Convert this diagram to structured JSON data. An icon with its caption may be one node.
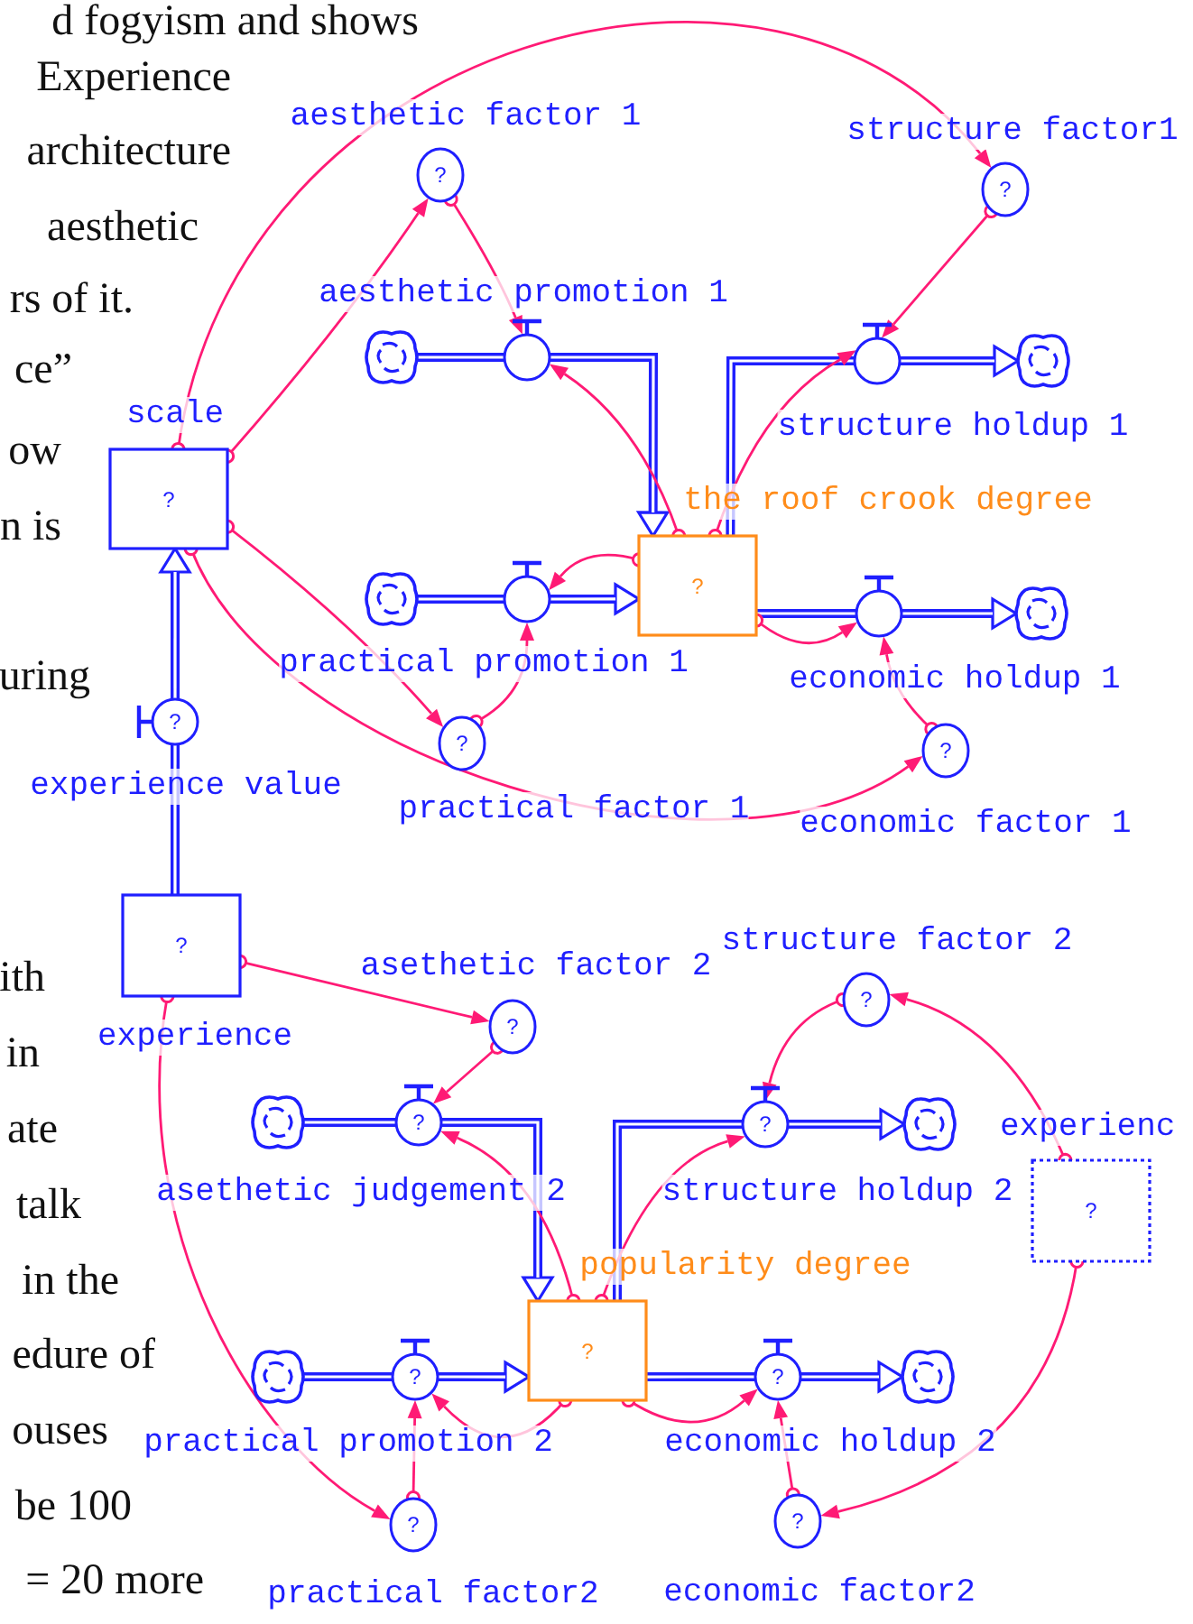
{
  "diagram": {
    "nodes": [
      {
        "text": [
          "scale",
          "?"
        ]
      },
      {
        "text": [
          "aesthetic factor 1",
          "?"
        ]
      },
      {
        "text": [
          "structure factor1",
          "?"
        ]
      },
      {
        "text": [
          "aesthetic promotion 1"
        ]
      },
      {
        "text": [],
        "shape": "cloud"
      },
      {
        "text": [
          "structure holdup 1"
        ]
      },
      {
        "text": [],
        "shape": "cloud"
      },
      {
        "text": [
          "the roof crook degree",
          "?"
        ]
      },
      {
        "text": [
          "practical promotion 1"
        ]
      },
      {
        "text": [],
        "shape": "cloud"
      },
      {
        "text": [
          "economic holdup 1"
        ]
      },
      {
        "text": [],
        "shape": "cloud"
      },
      {
        "text": [
          "?",
          "practical factor 1"
        ]
      },
      {
        "text": [
          "?",
          "economic factor 1"
        ]
      },
      {
        "text": [
          "?",
          "experience value"
        ]
      },
      {
        "text": [
          "?",
          "experience"
        ]
      },
      {
        "text": [
          "asethetic factor 2",
          "?"
        ]
      },
      {
        "text": [
          "structure factor 2",
          "?"
        ]
      },
      {
        "text": [],
        "shape": "cloud"
      },
      {
        "text": [
          "?",
          "asethetic judgement 2"
        ]
      },
      {
        "text": [
          "?",
          "structure holdup 2"
        ]
      },
      {
        "text": [],
        "shape": "cloud"
      },
      {
        "text": [
          "experienc",
          "?"
        ]
      },
      {
        "text": [
          "popularity degree",
          "?"
        ]
      },
      {
        "text": [],
        "shape": "cloud"
      },
      {
        "text": [
          "?",
          "practical promotion 2"
        ]
      },
      {
        "text": [
          "?",
          "economic holdup 2"
        ]
      },
      {
        "text": [],
        "shape": "cloud"
      },
      {
        "text": [
          "?",
          "practical factor2"
        ]
      },
      {
        "text": [
          "?",
          "economic factor2"
        ]
      }
    ],
    "edges": [
      {
        "from": 4,
        "to": 3,
        "arrow": "none",
        "style": "thick",
        "color": "#1f1fff"
      },
      {
        "from": 3,
        "to": 7,
        "arrow": "to",
        "style": "thick",
        "color": "#1f1fff"
      },
      {
        "from": 7,
        "to": 5,
        "arrow": "none",
        "style": "thick",
        "color": "#1f1fff"
      },
      {
        "from": 5,
        "to": 6,
        "arrow": "to",
        "style": "thick",
        "color": "#1f1fff"
      },
      {
        "from": 9,
        "to": 8,
        "arrow": "none",
        "style": "thick",
        "color": "#1f1fff"
      },
      {
        "from": 8,
        "to": 7,
        "arrow": "to",
        "style": "thick",
        "color": "#1f1fff"
      },
      {
        "from": 7,
        "to": 10,
        "arrow": "none",
        "style": "thick",
        "color": "#1f1fff"
      },
      {
        "from": 10,
        "to": 11,
        "arrow": "to",
        "style": "thick",
        "color": "#1f1fff"
      },
      {
        "from": 15,
        "to": 14,
        "arrow": "none",
        "style": "thick",
        "color": "#1f1fff"
      },
      {
        "from": 14,
        "to": 0,
        "arrow": "to",
        "style": "thick",
        "color": "#1f1fff"
      },
      {
        "from": 18,
        "to": 19,
        "arrow": "none",
        "style": "thick",
        "color": "#1f1fff"
      },
      {
        "from": 19,
        "to": 23,
        "arrow": "to",
        "style": "thick",
        "color": "#1f1fff"
      },
      {
        "from": 23,
        "to": 20,
        "arrow": "none",
        "style": "thick",
        "color": "#1f1fff"
      },
      {
        "from": 20,
        "to": 21,
        "arrow": "to",
        "style": "thick",
        "color": "#1f1fff"
      },
      {
        "from": 24,
        "to": 25,
        "arrow": "none",
        "style": "thick",
        "color": "#1f1fff"
      },
      {
        "from": 25,
        "to": 23,
        "arrow": "to",
        "style": "thick",
        "color": "#1f1fff"
      },
      {
        "from": 23,
        "to": 26,
        "arrow": "none",
        "style": "thick",
        "color": "#1f1fff"
      },
      {
        "from": 26,
        "to": 27,
        "arrow": "to",
        "style": "thick",
        "color": "#1f1fff"
      },
      {
        "from": 0,
        "to": 1,
        "arrow": "to"
      },
      {
        "from": 0,
        "to": 2,
        "arrow": "to"
      },
      {
        "from": 0,
        "to": 12,
        "arrow": "to"
      },
      {
        "from": 0,
        "to": 13,
        "arrow": "to"
      },
      {
        "from": 1,
        "to": 3,
        "arrow": "to"
      },
      {
        "from": 2,
        "to": 5,
        "arrow": "to"
      },
      {
        "from": 12,
        "to": 8,
        "arrow": "to"
      },
      {
        "from": 13,
        "to": 10,
        "arrow": "to"
      },
      {
        "from": 7,
        "to": 3,
        "arrow": "to"
      },
      {
        "from": 7,
        "to": 5,
        "arrow": "to"
      },
      {
        "from": 7,
        "to": 8,
        "arrow": "to"
      },
      {
        "from": 7,
        "to": 10,
        "arrow": "to"
      },
      {
        "from": 15,
        "to": 16,
        "arrow": "to"
      },
      {
        "from": 15,
        "to": 28,
        "arrow": "to"
      },
      {
        "from": 16,
        "to": 19,
        "arrow": "to"
      },
      {
        "from": 17,
        "to": 20,
        "arrow": "to"
      },
      {
        "from": 22,
        "to": 17,
        "arrow": "to"
      },
      {
        "from": 22,
        "to": 29,
        "arrow": "to"
      },
      {
        "from": 28,
        "to": 25,
        "arrow": "to"
      },
      {
        "from": 29,
        "to": 26,
        "arrow": "to"
      },
      {
        "from": 23,
        "to": 19,
        "arrow": "to"
      },
      {
        "from": 23,
        "to": 20,
        "arrow": "to"
      },
      {
        "from": 23,
        "to": 25,
        "arrow": "to"
      },
      {
        "from": 23,
        "to": 26,
        "arrow": "to"
      }
    ],
    "labels": [
      "d fogyism and shows",
      "Experience",
      "architecture",
      "aesthetic",
      "rs of it.",
      "ce”",
      "ow",
      "n is",
      "uring",
      "ith",
      "in",
      "ate",
      "talk",
      "in the",
      "edure of",
      "ouses",
      "be 100",
      "= 20 more"
    ]
  }
}
